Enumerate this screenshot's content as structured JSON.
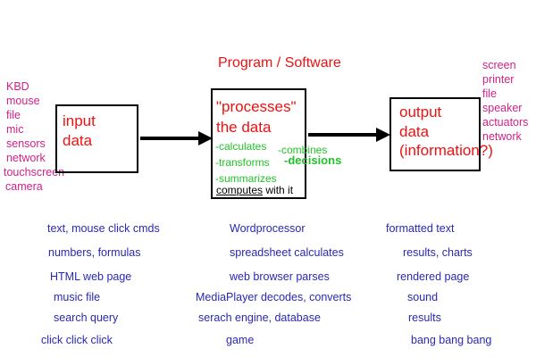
{
  "title": "Program / Software",
  "inputs": [
    "KBD",
    "mouse",
    "file",
    "mic",
    "sensors",
    "network",
    "touchscreen",
    "camera"
  ],
  "outputs": [
    "screen",
    "printer",
    "file",
    "speaker",
    "actuators",
    "network"
  ],
  "input_box": {
    "line1": "input",
    "line2": "data"
  },
  "process_box": {
    "line1": "\"processes\"",
    "line2": "the data",
    "bullets": [
      "-calculates",
      "-transforms",
      "-summarizes"
    ],
    "computes_underlined": "computes",
    "computes_rest": " with it"
  },
  "combines": "-combines",
  "decisions": "-decisions",
  "output_box": {
    "line1": "output",
    "line2": "data",
    "line3": "(information?)"
  },
  "examples": [
    {
      "input": "text, mouse click cmds",
      "process": "Wordprocessor",
      "output": "formatted text"
    },
    {
      "input": "numbers, formulas",
      "process": "spreadsheet calculates",
      "output": "results, charts"
    },
    {
      "input": "HTML web page",
      "process": "web browser parses",
      "output": "rendered page"
    },
    {
      "input": "music file",
      "process": "MediaPlayer decodes, converts",
      "output": "sound"
    },
    {
      "input": "search query",
      "process": "serach engine, database",
      "output": "results"
    },
    {
      "input": "click click click",
      "process": "game",
      "output": "bang bang bang"
    }
  ],
  "colors": {
    "title": "#ee1111",
    "device_lists": "#d1218a",
    "process_verbs": "#22c22a",
    "examples": "#2828b4"
  }
}
